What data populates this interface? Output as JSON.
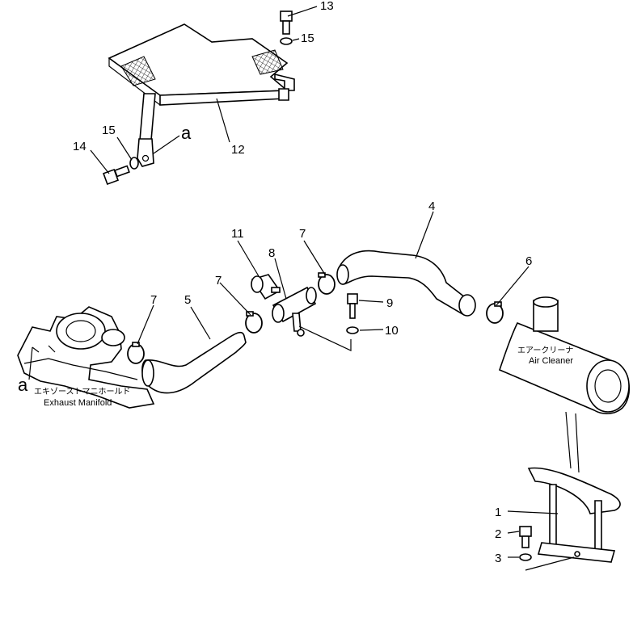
{
  "diagram": {
    "callouts": {
      "c1": "1",
      "c2": "2",
      "c3": "3",
      "c4": "4",
      "c5": "5",
      "c6": "6",
      "c7a": "7",
      "c7b": "7",
      "c7c": "7",
      "c8": "8",
      "c9": "9",
      "c10": "10",
      "c11": "11",
      "c12": "12",
      "c13": "13",
      "c14": "14",
      "c15a": "15",
      "c15b": "15"
    },
    "ref_marks": {
      "a_top": "a",
      "a_left": "a"
    },
    "labels": {
      "manifold_jp": "エキゾーストマニホールド",
      "manifold_en": "Exhaust Manifold",
      "cleaner_jp": "エアークリーナ",
      "cleaner_en": "Air Cleaner"
    }
  }
}
